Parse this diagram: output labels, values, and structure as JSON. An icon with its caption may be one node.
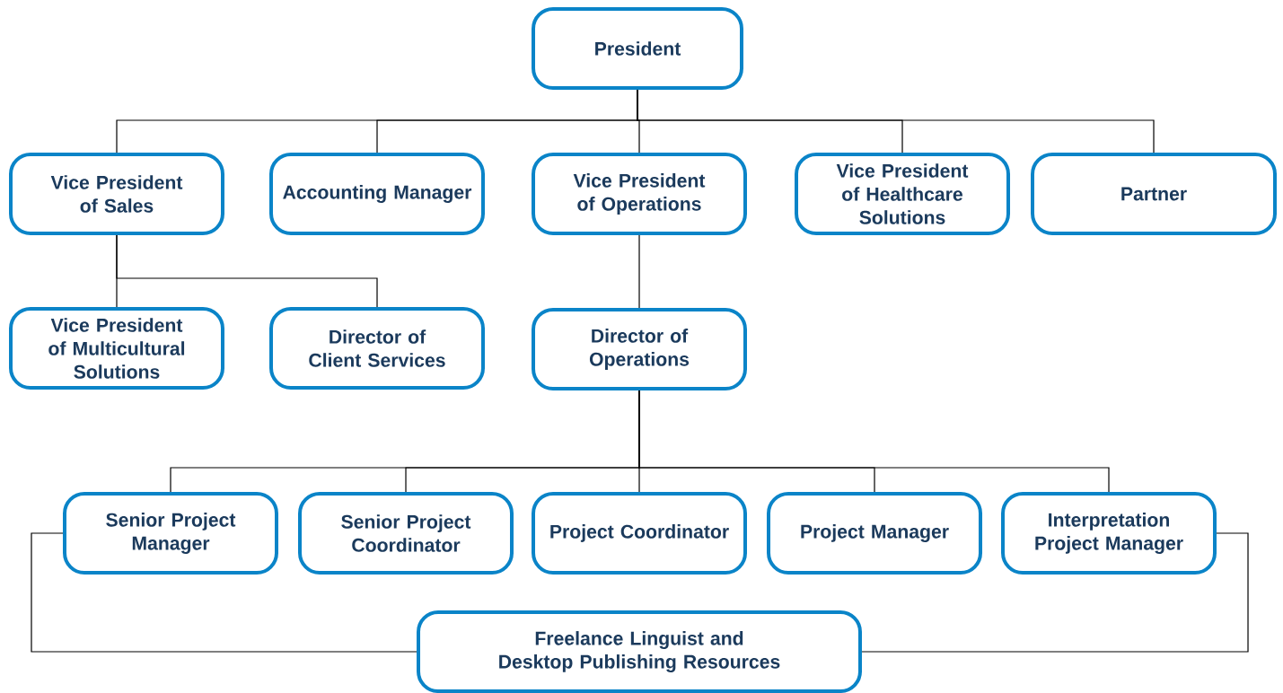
{
  "diagram": {
    "nodes": [
      {
        "text": [
          "President"
        ]
      },
      {
        "text": [
          "Vice President of Sales"
        ]
      },
      {
        "text": [
          "Accounting Manager"
        ]
      },
      {
        "text": [
          "Vice President of Operations"
        ]
      },
      {
        "text": [
          "Vice President of Healthcare Solutions"
        ]
      },
      {
        "text": [
          "Partner"
        ]
      },
      {
        "text": [
          "Vice President of Multicultural Solutions"
        ]
      },
      {
        "text": [
          "Director of Client Services"
        ]
      },
      {
        "text": [
          "Director of Operations"
        ]
      },
      {
        "text": [
          "Senior Project Manager"
        ]
      },
      {
        "text": [
          "Senior Project Coordinator"
        ]
      },
      {
        "text": [
          "Project Coordinator"
        ]
      },
      {
        "text": [
          "Project Manager"
        ]
      },
      {
        "text": [
          "Interpretation Project Manager"
        ]
      },
      {
        "text": [
          "Freelance Linguist and Desktop Publishing Resources"
        ]
      }
    ],
    "edges": [
      {
        "from": 0,
        "to": 1,
        "arrow": "none"
      },
      {
        "from": 0,
        "to": 2,
        "arrow": "none"
      },
      {
        "from": 0,
        "to": 3,
        "arrow": "none"
      },
      {
        "from": 0,
        "to": 4,
        "arrow": "none"
      },
      {
        "from": 0,
        "to": 5,
        "arrow": "none"
      },
      {
        "from": 1,
        "to": 6,
        "arrow": "none"
      },
      {
        "from": 1,
        "to": 7,
        "arrow": "none"
      },
      {
        "from": 3,
        "to": 8,
        "arrow": "none"
      },
      {
        "from": 8,
        "to": 9,
        "arrow": "none"
      },
      {
        "from": 8,
        "to": 10,
        "arrow": "none"
      },
      {
        "from": 8,
        "to": 11,
        "arrow": "none"
      },
      {
        "from": 8,
        "to": 12,
        "arrow": "none"
      },
      {
        "from": 8,
        "to": 13,
        "arrow": "none"
      },
      {
        "from": 9,
        "to": 14,
        "arrow": "none"
      },
      {
        "from": 13,
        "to": 14,
        "arrow": "none"
      }
    ]
  }
}
